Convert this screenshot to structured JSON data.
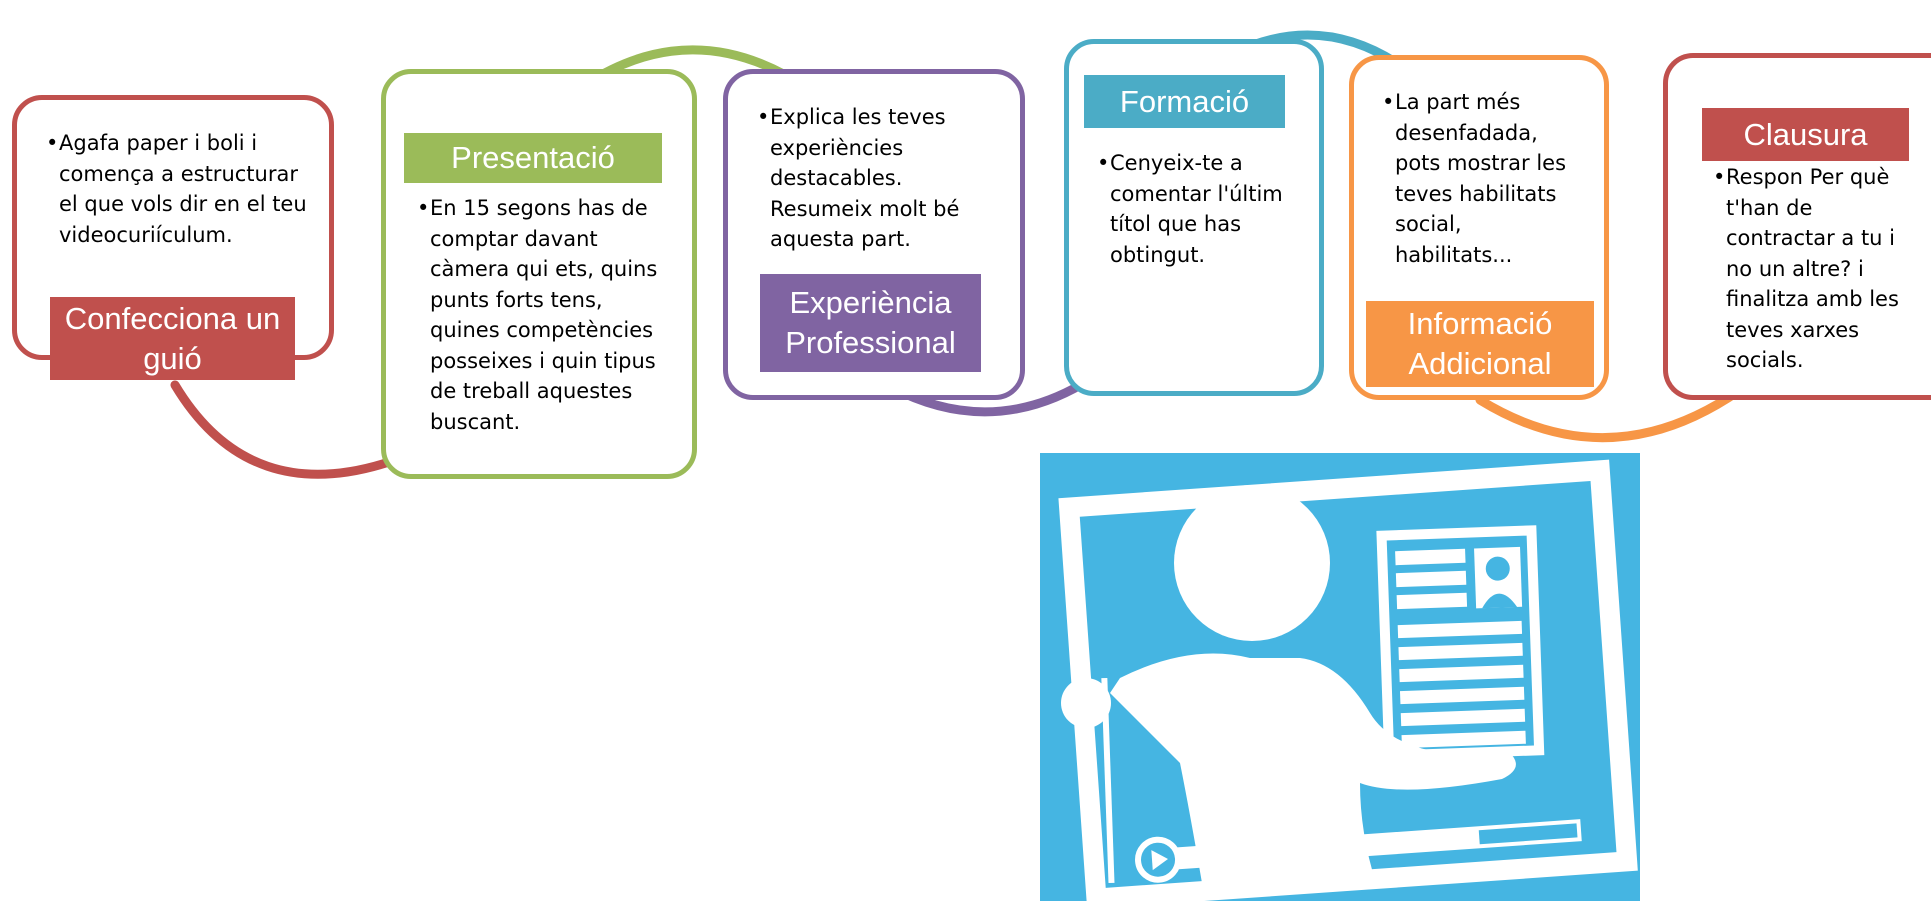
{
  "process": [
    {
      "id": "step-1",
      "label": "Confecciona un guió",
      "text": "Agafa paper i boli i comença a estructurar el que vols dir en el teu videocuriículum.",
      "color": "#c0504d"
    },
    {
      "id": "step-2",
      "label": "Presentació",
      "text": "En 15 segons has de comptar davant càmera qui ets, quins punts forts tens, quines competències posseixes i quin tipus de treball aquestes buscant.",
      "color": "#9bbb59"
    },
    {
      "id": "step-3",
      "label": "Experiència Professional",
      "text": "Explica les teves experiències destacables. Resumeix molt bé aquesta part.",
      "color": "#8064a2"
    },
    {
      "id": "step-4",
      "label": "Formació",
      "text": "Cenyeix-te a comentar l'últim títol que has obtingut.",
      "color": "#4bacc6"
    },
    {
      "id": "step-5",
      "label": "Informació Addicional",
      "text": "La part més desenfadada, pots mostrar les teves habilitats social, habilitats...",
      "color": "#f79646"
    },
    {
      "id": "step-6",
      "label": "Clausura",
      "text": "Respon Per què t'han de contractar a tu i no un altre? i finalitza amb les teves xarxes socials.",
      "color": "#c0504d"
    }
  ],
  "bullet": "•",
  "illustration": {
    "icon": "video-cv-presenter-icon",
    "background": "#45b5e2",
    "foreground": "#ffffff"
  }
}
